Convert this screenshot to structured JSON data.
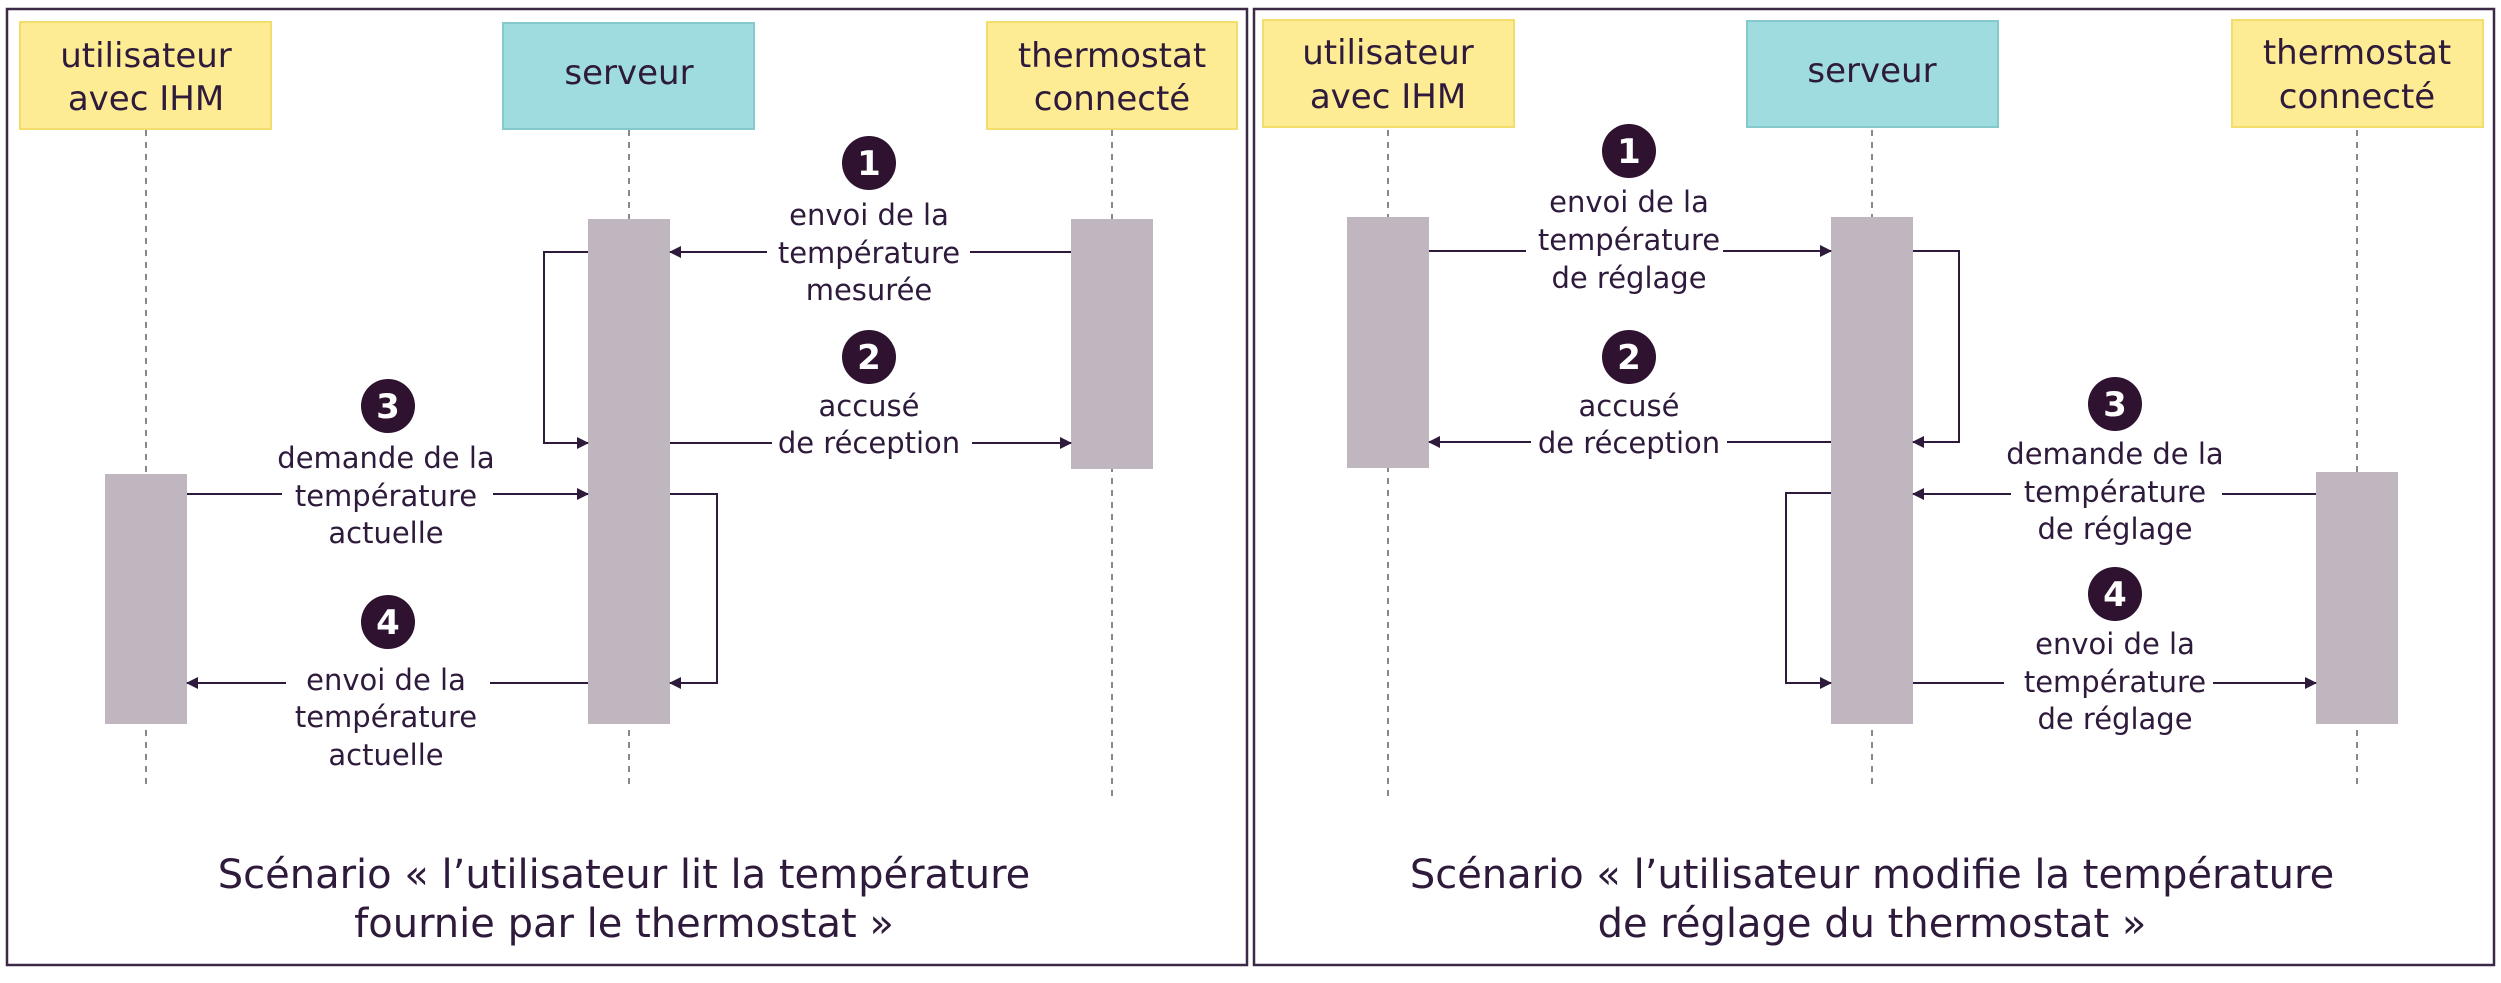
{
  "colors": {
    "frame": "#3b2a46",
    "ink": "#2e1a3b",
    "actor_user": "#fdec93",
    "actor_server": "#9fdcdf",
    "activation": "#c0b6c0",
    "badge": "#2e1230",
    "lifeline": "#888888"
  },
  "panel_left": {
    "actors": {
      "user": [
        "utilisateur",
        "avec IHM"
      ],
      "server": [
        "serveur"
      ],
      "thermostat": [
        "thermostat",
        "connecté"
      ]
    },
    "steps": [
      {
        "num": "1",
        "lines": [
          "envoi de la",
          "température",
          "mesurée"
        ]
      },
      {
        "num": "2",
        "lines": [
          "accusé",
          "de réception"
        ]
      },
      {
        "num": "3",
        "lines": [
          "demande de la",
          "température",
          "actuelle"
        ]
      },
      {
        "num": "4",
        "lines": [
          "envoi de la",
          "température",
          "actuelle"
        ]
      }
    ],
    "caption": [
      "Scénario « l’utilisateur lit la température",
      "fournie par le thermostat »"
    ]
  },
  "panel_right": {
    "actors": {
      "user": [
        "utilisateur",
        "avec IHM"
      ],
      "server": [
        "serveur"
      ],
      "thermostat": [
        "thermostat",
        "connecté"
      ]
    },
    "steps": [
      {
        "num": "1",
        "lines": [
          "envoi de la",
          "température",
          "de réglage"
        ]
      },
      {
        "num": "2",
        "lines": [
          "accusé",
          "de réception"
        ]
      },
      {
        "num": "3",
        "lines": [
          "demande de la",
          "température",
          "de réglage"
        ]
      },
      {
        "num": "4",
        "lines": [
          "envoi de la",
          "température",
          "de réglage"
        ]
      }
    ],
    "caption": [
      "Scénario « l’utilisateur modifie la température",
      "de réglage du thermostat »"
    ]
  }
}
